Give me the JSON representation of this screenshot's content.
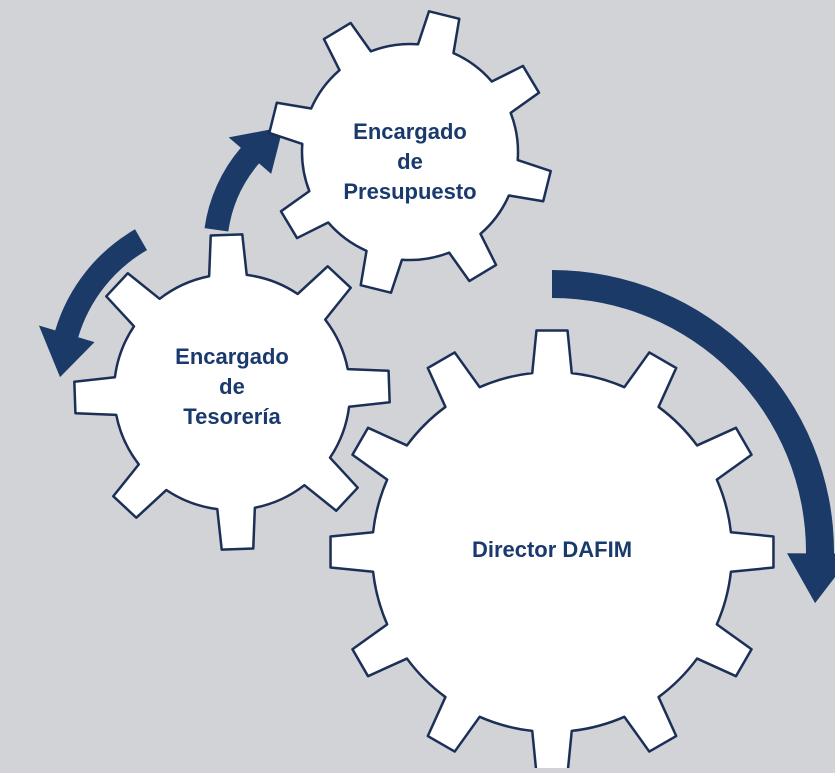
{
  "colors": {
    "background": "#d1d3d6",
    "gear_fill": "#ffffff",
    "gear_stroke": "#1c2f57",
    "arrow": "#1b3a67",
    "text": "#1a3a6e"
  },
  "gears": [
    {
      "id": "presupuesto",
      "lines": [
        "Encargado",
        "de",
        "Presupuesto"
      ],
      "icon": "gear-icon"
    },
    {
      "id": "tesoreria",
      "lines": [
        "Encargado",
        "de",
        "Tesorería"
      ],
      "icon": "gear-icon"
    },
    {
      "id": "director",
      "lines": [
        "Director DAFIM"
      ],
      "icon": "gear-icon"
    }
  ],
  "arrows": [
    {
      "id": "top",
      "icon": "curved-arrow-icon"
    },
    {
      "id": "left",
      "icon": "curved-arrow-icon"
    },
    {
      "id": "right",
      "icon": "curved-arrow-icon"
    }
  ]
}
